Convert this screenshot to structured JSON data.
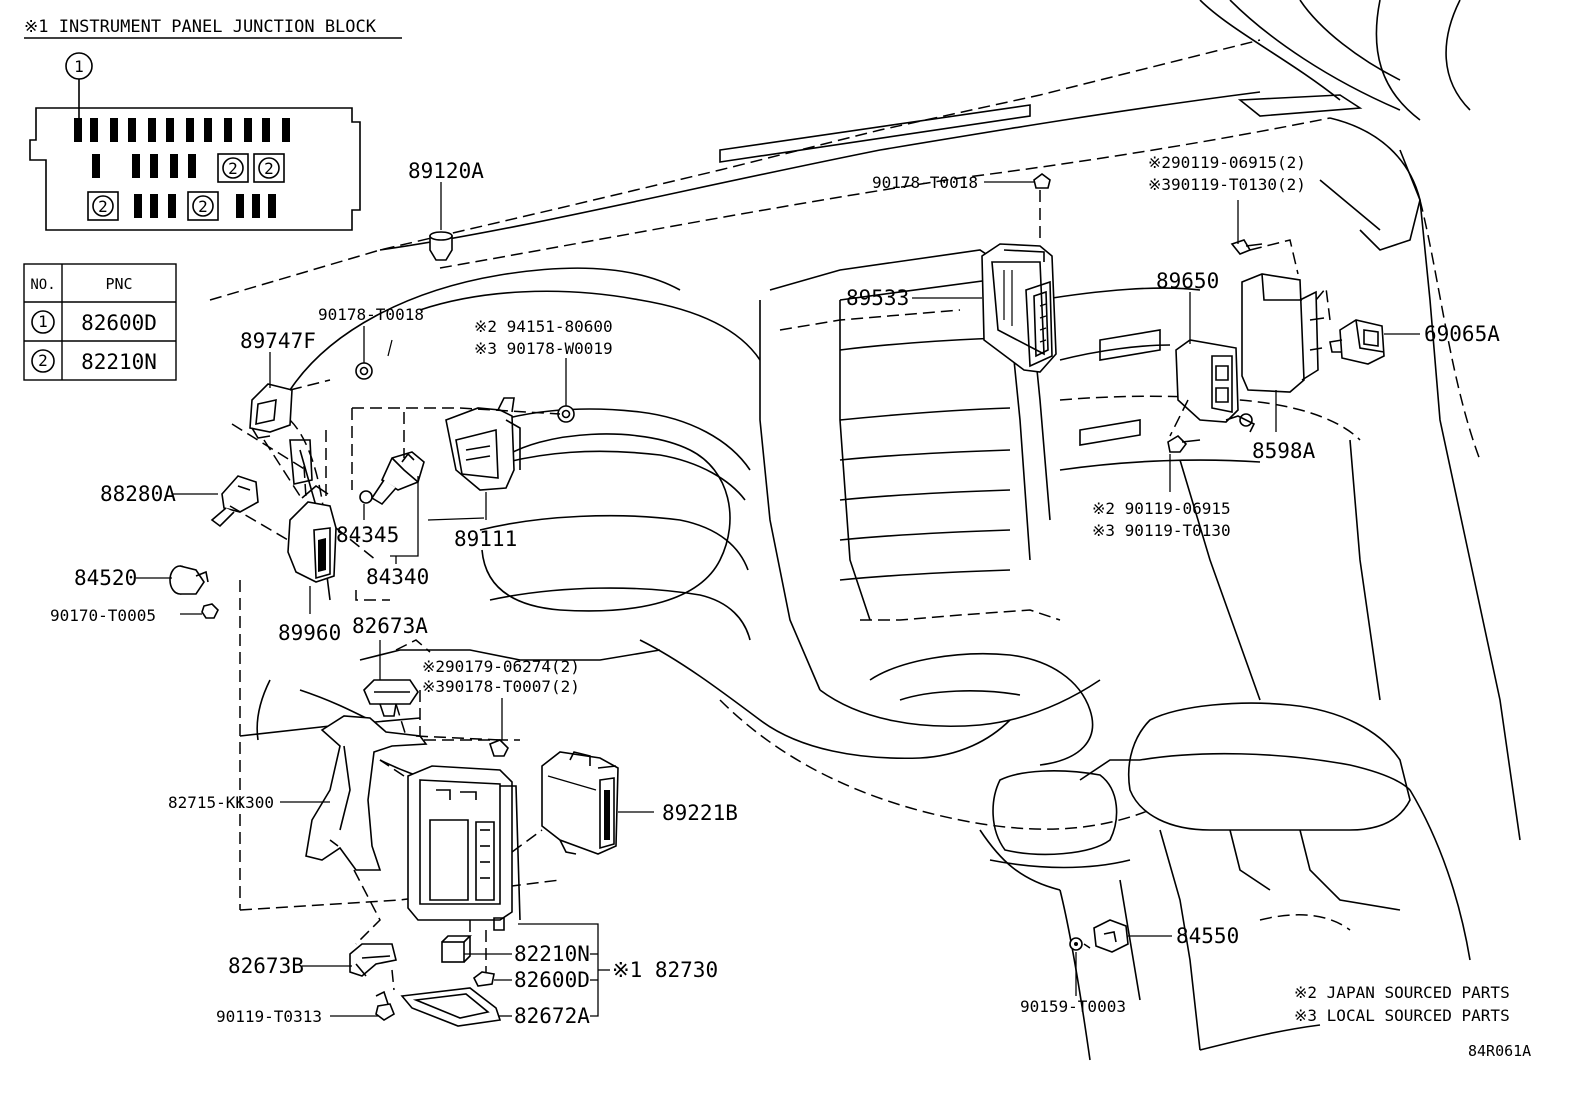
{
  "inset": {
    "title": "※1 INSTRUMENT PANEL JUNCTION BLOCK",
    "callout_1": "1",
    "callout_2": "2"
  },
  "legend_table": {
    "header_no": "NO.",
    "header_pnc": "PNC",
    "rows": [
      {
        "no": "1",
        "pnc": "82600D"
      },
      {
        "no": "2",
        "pnc": "82210N"
      }
    ]
  },
  "labels": {
    "p89120A": "89120A",
    "p90178T0018_top": "90178-T0018",
    "p90119_06915_2": "※290119-06915(2)",
    "p90119_T0130_2": "※390119-T0130(2)",
    "p89747F": "89747F",
    "p90178T0018_left": "90178-T0018",
    "p94151_80600": "※2 94151-80600",
    "p90178_W0019": "※3 90178-W0019",
    "p89533": "89533",
    "p89650": "89650",
    "p69065A": "69065A",
    "p8598A": "8598A",
    "p88280A": "88280A",
    "p84345": "84345",
    "p89111": "89111",
    "p84340": "84340",
    "p90119_06915": "※2 90119-06915",
    "p90119_T0130": "※3 90119-T0130",
    "p84520": "84520",
    "p90170T0005": "90170-T0005",
    "p89960": "89960",
    "p82673A": "82673A",
    "p90179_06274": "※290179-06274(2)",
    "p90178_T0007": "※390178-T0007(2)",
    "p82715KK300": "82715-KK300",
    "p89221B": "89221B",
    "p82210N": "82210N",
    "p82600D": "82600D",
    "p82730": "※1 82730",
    "p82672A": "82672A",
    "p82673B": "82673B",
    "p90119T0313": "90119-T0313",
    "p84550": "84550",
    "p90159T0003": "90159-T0003"
  },
  "notes": {
    "japan": "※2 JAPAN SOURCED PARTS",
    "local": "※3 LOCAL SOURCED PARTS",
    "code": "84R061A"
  }
}
